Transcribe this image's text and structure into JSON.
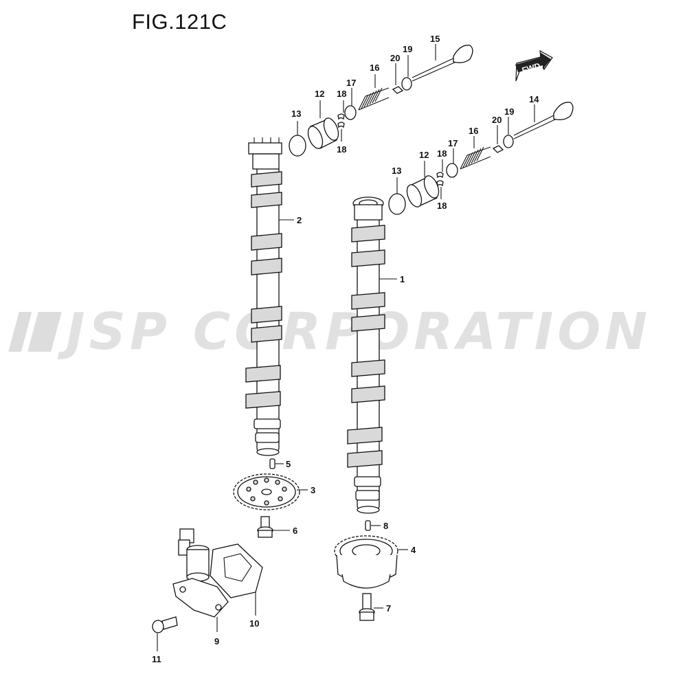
{
  "figure": {
    "title": "FIG.121C"
  },
  "watermark": {
    "text": "JSP CORPORATION"
  },
  "fwd_badge": {
    "text": "FWD"
  },
  "callouts": {
    "c1": "1",
    "c2": "2",
    "c3": "3",
    "c4": "4",
    "c5": "5",
    "c6": "6",
    "c7": "7",
    "c8": "8",
    "c9": "9",
    "c10": "10",
    "c11": "11",
    "c12a": "12",
    "c13a": "13",
    "c14": "14",
    "c15": "15",
    "c16a": "16",
    "c17a": "17",
    "c18a": "18",
    "c18b": "18",
    "c19a": "19",
    "c20a": "20",
    "c12b": "12",
    "c13b": "13",
    "c16b": "16",
    "c17b": "17",
    "c18c": "18",
    "c18d": "18",
    "c19b": "19",
    "c20b": "20"
  }
}
